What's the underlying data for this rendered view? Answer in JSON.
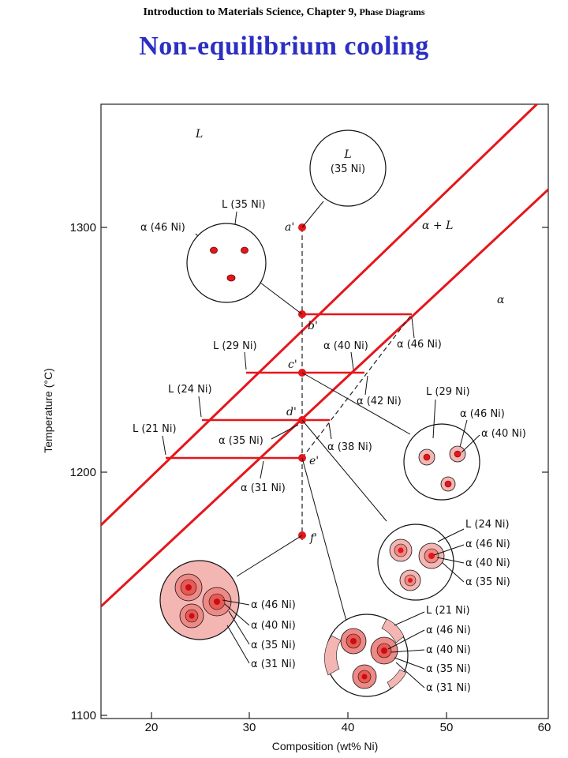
{
  "header": {
    "part1": "Introduction to Materials Science, Chapter 9,",
    "part2": "Phase Diagrams"
  },
  "title": "Non-equilibrium cooling",
  "axes": {
    "x_title": "Composition (wt% Ni)",
    "y_title": "Temperature (°C)",
    "x_ticks": [
      "20",
      "30",
      "40",
      "50",
      "60"
    ],
    "y_ticks": [
      "1300",
      "1200",
      "1100"
    ]
  },
  "regions": {
    "liquid": "L",
    "two_phase": "α + L",
    "alpha": "α"
  },
  "points": {
    "a": "a'",
    "b": "b'",
    "c": "c'",
    "d": "d'",
    "e": "e'",
    "f": "f'"
  },
  "tie_labels": {
    "L35": "L (35 Ni)",
    "a46_top": "α (46 Ni)",
    "L29": "L (29 Ni)",
    "a40": "α (40 Ni)",
    "a46_b": "α (46 Ni)",
    "a42": "α (42 Ni)",
    "L24": "L (24 Ni)",
    "L21": "L (21 Ni)",
    "a35": "α (35 Ni)",
    "a38": "α (38 Ni)",
    "a31": "α (31 Ni)"
  },
  "circles": {
    "c1": {
      "line1": "L",
      "line2": "(35 Ni)"
    },
    "c3": [
      "L (29 Ni)",
      "α (46 Ni)",
      "α (40 Ni)"
    ],
    "c4": [
      "L (24 Ni)",
      "α (46 Ni)",
      "α (40 Ni)",
      "α (35 Ni)"
    ],
    "c5": [
      "α (46 Ni)",
      "α (40 Ni)",
      "α (35 Ni)",
      "α (31 Ni)"
    ],
    "c6": [
      "L (21 Ni)",
      "α (46 Ni)",
      "α (40 Ni)",
      "α (35 Ni)",
      "α (31 Ni)"
    ]
  },
  "colors": {
    "title": "#2b2fc2",
    "phase_line": "#e5161b",
    "dot": "#e5161b",
    "grain_fill": "#f4b6b3"
  }
}
